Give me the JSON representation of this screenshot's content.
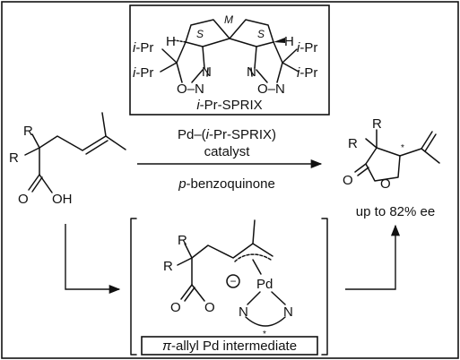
{
  "ligand": {
    "name_prefix": "i",
    "name_rest": "-Pr-SPRIX",
    "metal_label": "M",
    "stereo_left": "S",
    "stereo_right": "S",
    "h_label": "H",
    "n_label": "N",
    "on_label": "O–N",
    "substituent": "-Pr",
    "substituent_prefix": "i"
  },
  "reactant": {
    "r_label": "R",
    "o_label": "O",
    "oh_label": "OH"
  },
  "conditions": {
    "catalyst_line1_pre": "Pd–(",
    "catalyst_line1_i": "i",
    "catalyst_line1_post": "-Pr-SPRIX)",
    "catalyst_line2": "catalyst",
    "oxidant_p": "p",
    "oxidant_rest": "-benzoquinone"
  },
  "product": {
    "r_label": "R",
    "o_label": "O",
    "star": "*",
    "ee_text": "up to 82% ee"
  },
  "intermediate": {
    "r_label": "R",
    "o_label": "O",
    "pd_label": "Pd",
    "n_label": "N",
    "minus": "−",
    "star": "*",
    "caption_pi": "π",
    "caption_rest": "-allyl Pd intermediate"
  },
  "colors": {
    "ink": "#111111",
    "background": "#ffffff"
  }
}
